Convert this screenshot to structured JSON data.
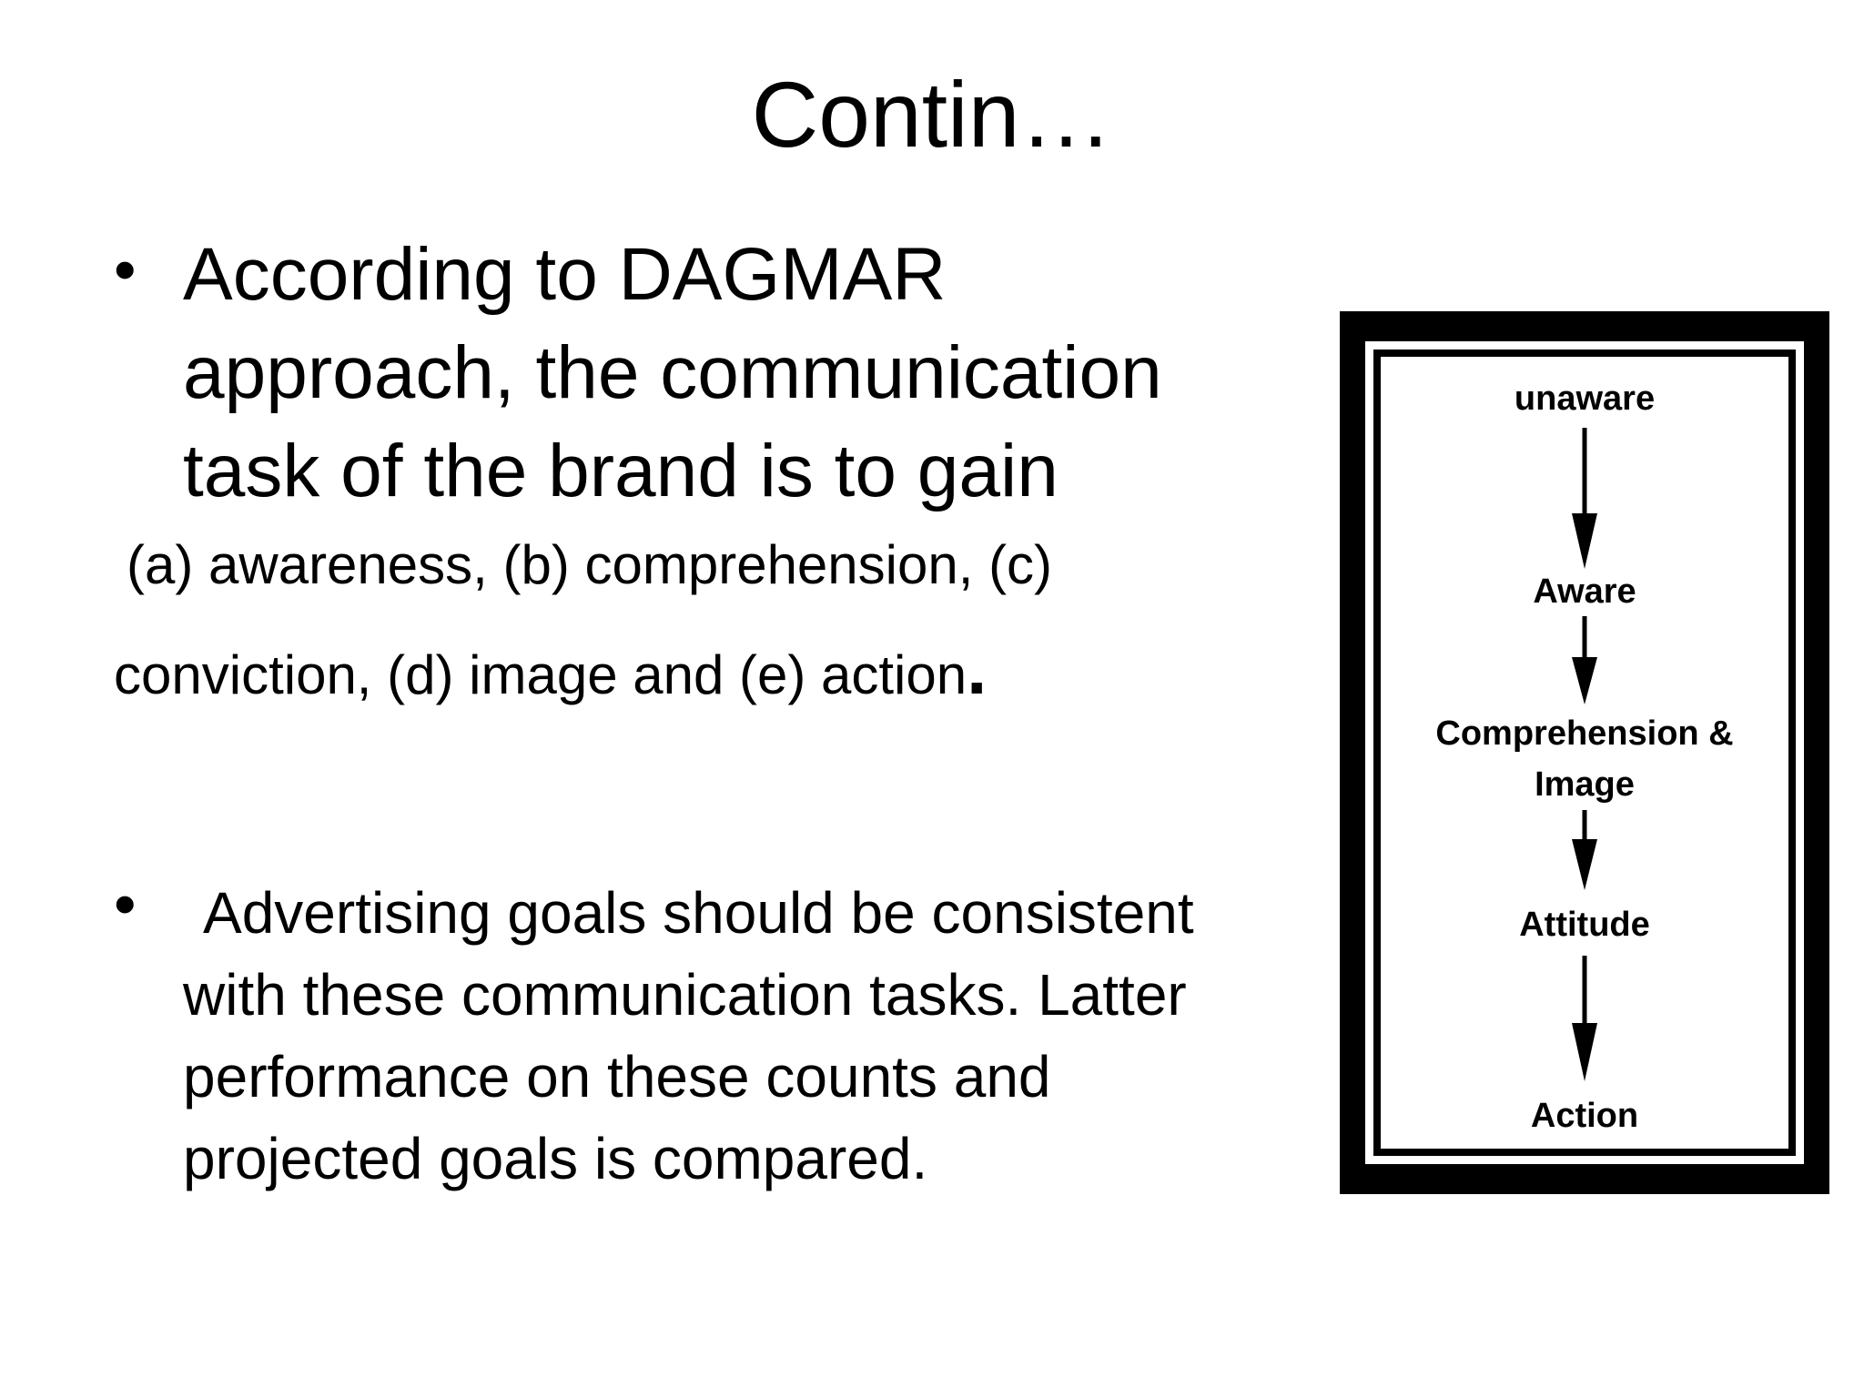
{
  "slide": {
    "title": "Contin…",
    "bullet1": {
      "lines": [
        "According to DAGMAR",
        "approach, the communication",
        "task of the brand is to gain"
      ]
    },
    "paragraph": {
      "line1": "(a) awareness, (b) comprehension, (c)",
      "line2": "conviction, (d) image and (e) action",
      "line2_end": "."
    },
    "bullet2": {
      "lines": [
        "Advertising goals should be consistent",
        "with these communication tasks. Latter",
        "performance on these counts and",
        "projected goals is compared."
      ]
    },
    "bullet_glyph": "•"
  },
  "diagram": {
    "stages": {
      "unaware": "unaware",
      "aware": "Aware",
      "comprehension_line1": "Comprehension &",
      "comprehension_line2": "Image",
      "attitude": "Attitude",
      "action": "Action"
    }
  }
}
